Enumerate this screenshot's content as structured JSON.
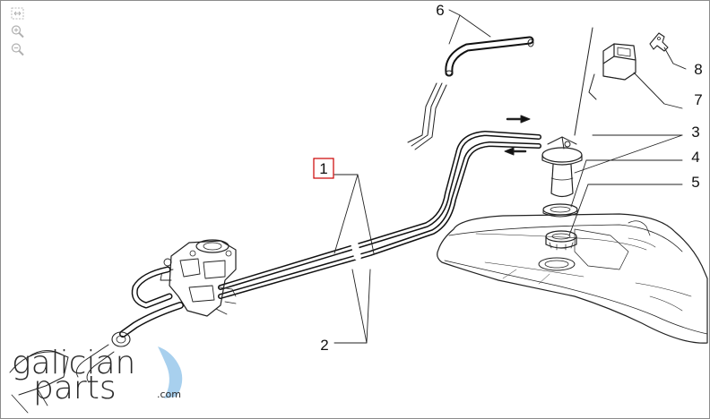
{
  "toolbar": {
    "fit_icon": "fit-to-window-icon",
    "zoom_in_icon": "zoom-in-icon",
    "zoom_out_icon": "zoom-out-icon"
  },
  "callouts": {
    "c1": "1",
    "c2": "2",
    "c3": "3",
    "c4": "4",
    "c5": "5",
    "c6": "6",
    "c7": "7",
    "c8": "8"
  },
  "highlight_color": "#cc0000",
  "logo": {
    "line1": "galician",
    "line2": "parts",
    "suffix": ".com",
    "accent_color": "#a8d0ee"
  }
}
